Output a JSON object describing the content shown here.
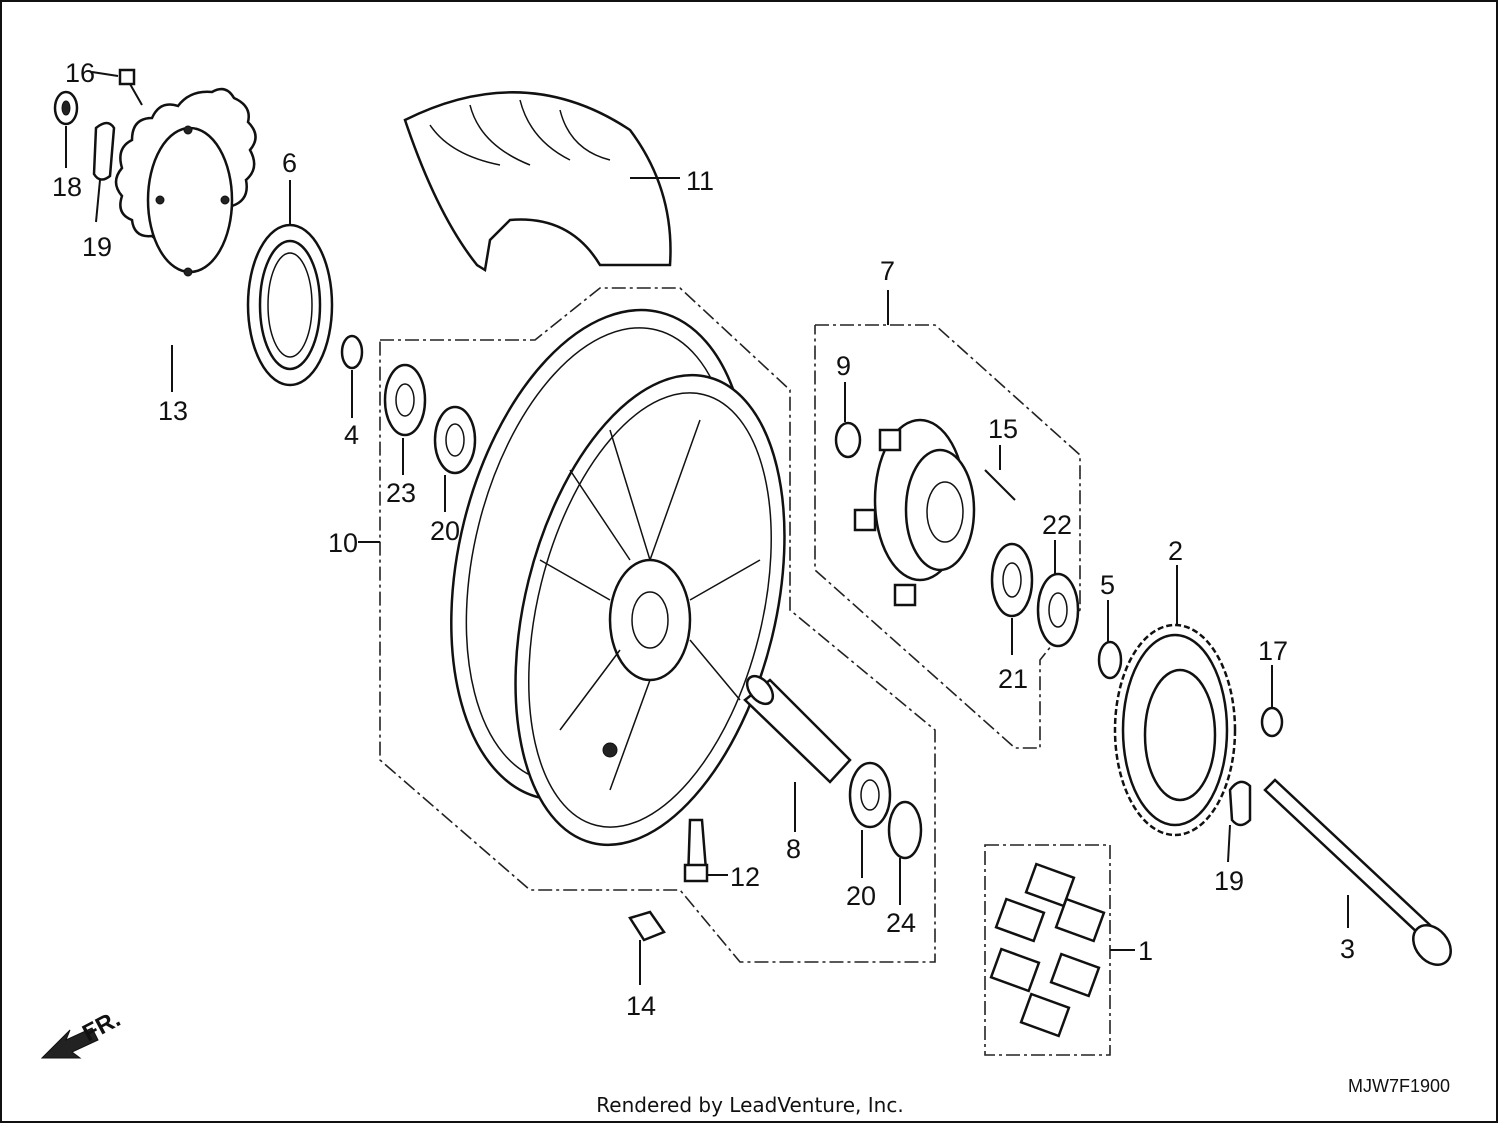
{
  "diagram": {
    "callouts": [
      {
        "id": "c16a",
        "label": "16"
      },
      {
        "id": "c18",
        "label": "18"
      },
      {
        "id": "c19a",
        "label": "19"
      },
      {
        "id": "c6",
        "label": "6"
      },
      {
        "id": "c11",
        "label": "11"
      },
      {
        "id": "c13",
        "label": "13"
      },
      {
        "id": "c4",
        "label": "4"
      },
      {
        "id": "c23",
        "label": "23"
      },
      {
        "id": "c20a",
        "label": "20"
      },
      {
        "id": "c10",
        "label": "10"
      },
      {
        "id": "c7",
        "label": "7"
      },
      {
        "id": "c9",
        "label": "9"
      },
      {
        "id": "c15",
        "label": "15"
      },
      {
        "id": "c22",
        "label": "22"
      },
      {
        "id": "c21",
        "label": "21"
      },
      {
        "id": "c5",
        "label": "5"
      },
      {
        "id": "c2",
        "label": "2"
      },
      {
        "id": "c17",
        "label": "17"
      },
      {
        "id": "c19b",
        "label": "19"
      },
      {
        "id": "c3",
        "label": "3"
      },
      {
        "id": "c8",
        "label": "8"
      },
      {
        "id": "c20b",
        "label": "20"
      },
      {
        "id": "c24",
        "label": "24"
      },
      {
        "id": "c12",
        "label": "12"
      },
      {
        "id": "c14",
        "label": "14"
      },
      {
        "id": "c1",
        "label": "1"
      }
    ],
    "front_marker": "FR.",
    "diagram_code": "MJW7F1900",
    "credit": "Rendered by LeadVenture, Inc."
  }
}
